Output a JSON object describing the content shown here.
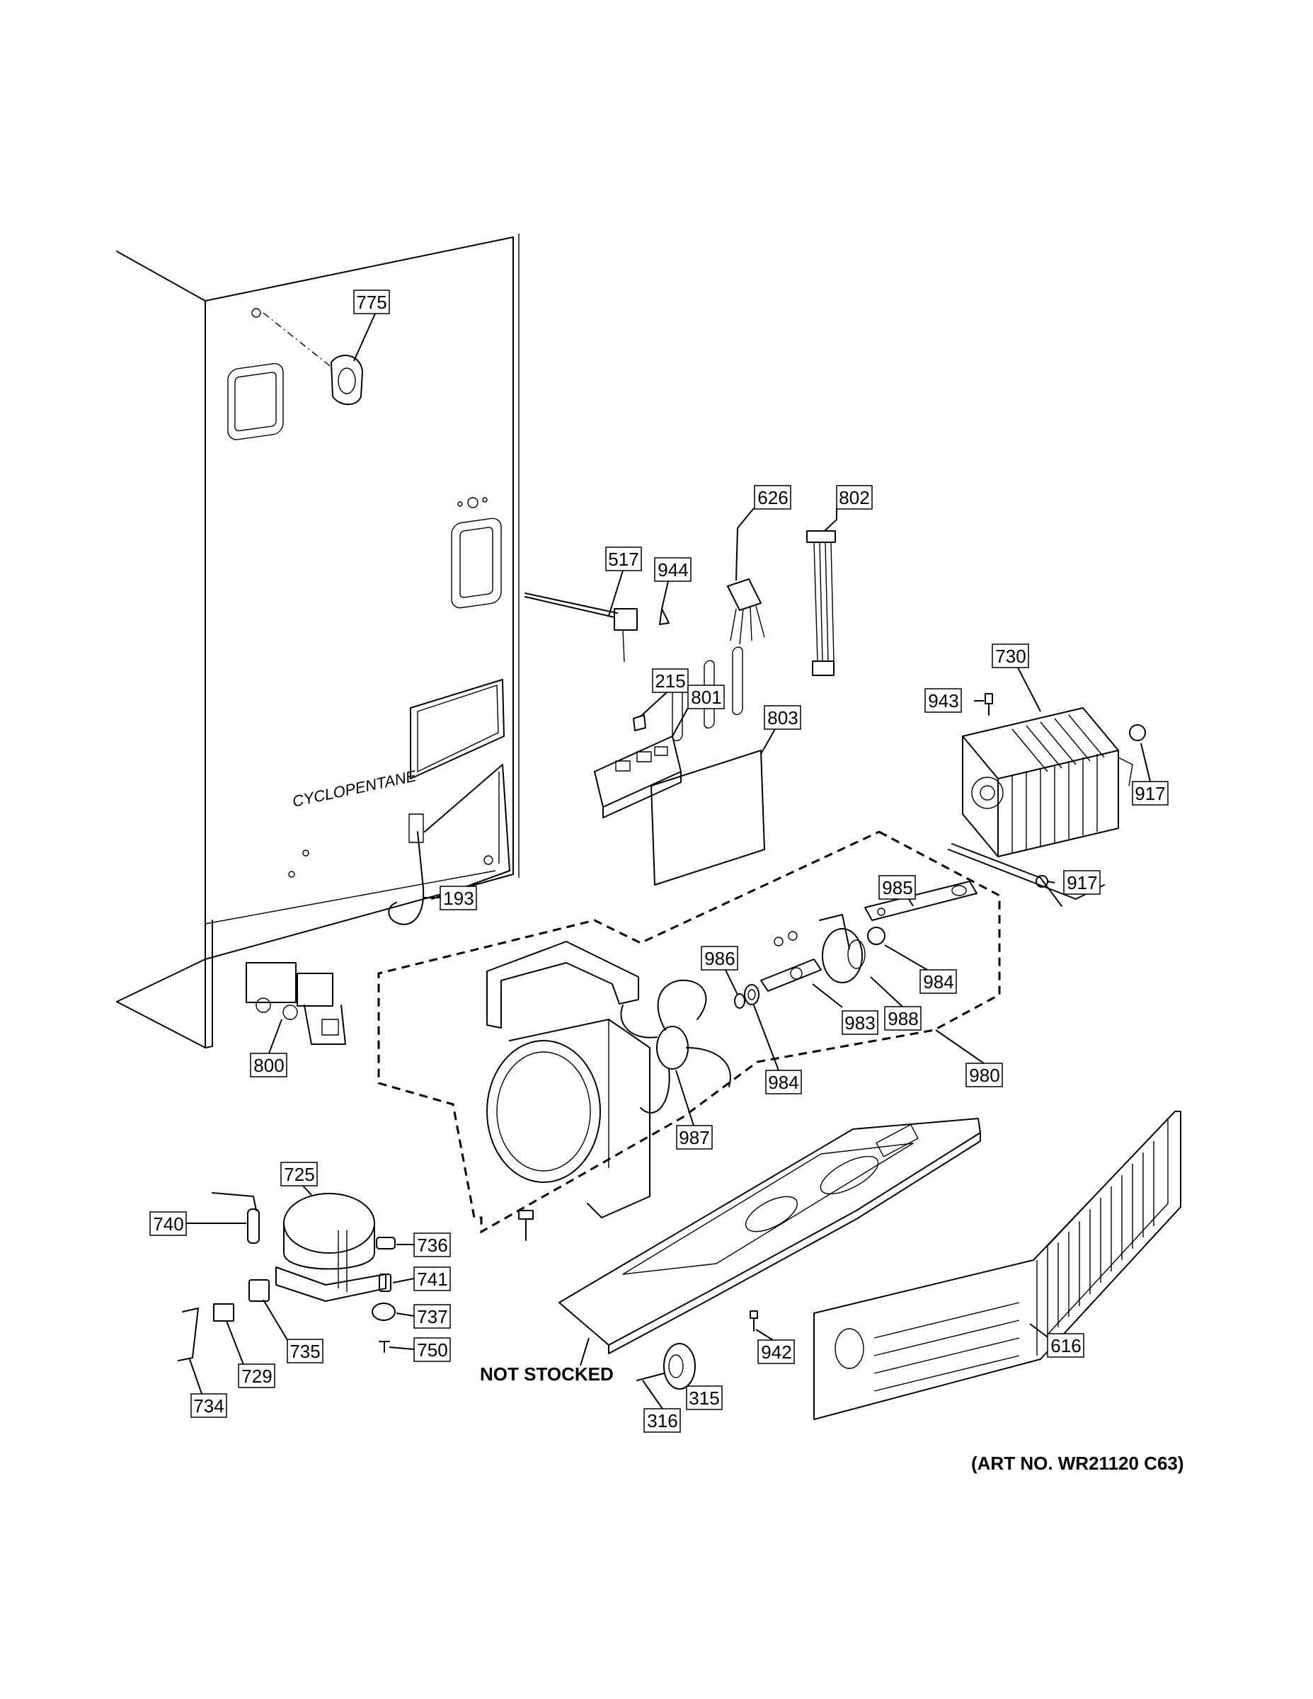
{
  "diagram": {
    "cabinet_label": "CYCLOPENTANE",
    "not_stocked_label": "NOT STOCKED",
    "art_number": "(ART NO. WR21120 C63)",
    "callouts": [
      {
        "id": "775",
        "label": "775"
      },
      {
        "id": "626",
        "label": "626"
      },
      {
        "id": "802",
        "label": "802"
      },
      {
        "id": "517",
        "label": "517"
      },
      {
        "id": "944",
        "label": "944"
      },
      {
        "id": "215",
        "label": "215"
      },
      {
        "id": "801",
        "label": "801"
      },
      {
        "id": "803",
        "label": "803"
      },
      {
        "id": "730",
        "label": "730"
      },
      {
        "id": "943",
        "label": "943"
      },
      {
        "id": "917a",
        "label": "917"
      },
      {
        "id": "917b",
        "label": "917"
      },
      {
        "id": "985",
        "label": "985"
      },
      {
        "id": "193",
        "label": "193"
      },
      {
        "id": "986",
        "label": "986"
      },
      {
        "id": "984a",
        "label": "984"
      },
      {
        "id": "988",
        "label": "988"
      },
      {
        "id": "983",
        "label": "983"
      },
      {
        "id": "984b",
        "label": "984"
      },
      {
        "id": "980",
        "label": "980"
      },
      {
        "id": "800",
        "label": "800"
      },
      {
        "id": "987",
        "label": "987"
      },
      {
        "id": "725",
        "label": "725"
      },
      {
        "id": "740",
        "label": "740"
      },
      {
        "id": "736",
        "label": "736"
      },
      {
        "id": "741",
        "label": "741"
      },
      {
        "id": "737",
        "label": "737"
      },
      {
        "id": "735",
        "label": "735"
      },
      {
        "id": "750",
        "label": "750"
      },
      {
        "id": "729",
        "label": "729"
      },
      {
        "id": "734",
        "label": "734"
      },
      {
        "id": "942",
        "label": "942"
      },
      {
        "id": "616",
        "label": "616"
      },
      {
        "id": "315",
        "label": "315"
      },
      {
        "id": "316",
        "label": "316"
      }
    ]
  }
}
